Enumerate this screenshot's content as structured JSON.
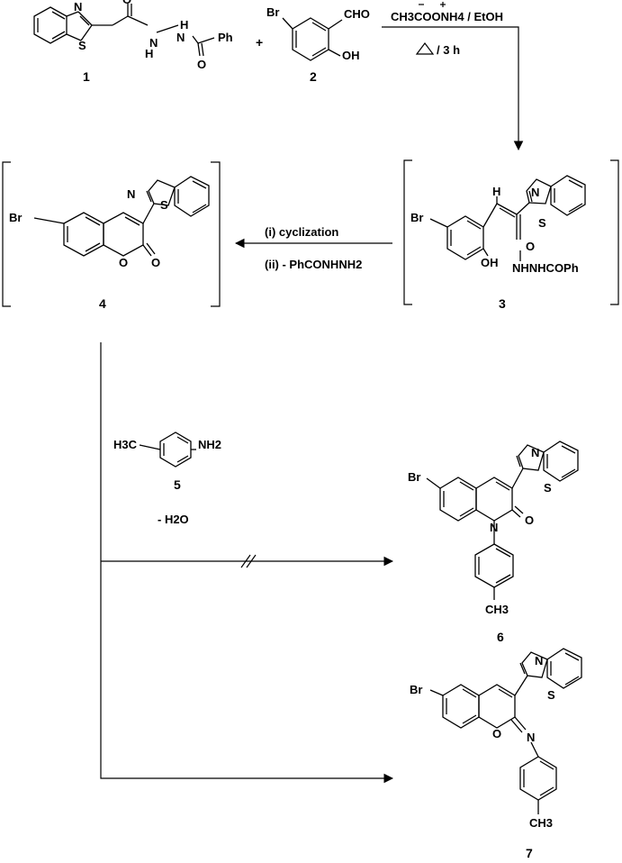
{
  "compounds": {
    "c1": "1",
    "c2": "2",
    "c3": "3",
    "c4": "4",
    "c5": "5",
    "c6": "6",
    "c7": "7"
  },
  "plus": "+",
  "reagents": {
    "step1_a": "CH3COONH4 / EtOH",
    "step1_b": "/ 3 h",
    "step2_a": "(i) cyclization",
    "step2_b": "(ii) - PhCONHNH2",
    "amine_loss": "- H2O"
  },
  "atoms": {
    "Br": "Br",
    "CHO": "CHO",
    "OH": "OH",
    "N": "N",
    "S": "S",
    "O": "O",
    "H": "H",
    "Ph": "Ph",
    "NH2": "NH2",
    "CH3": "CH3",
    "H3C": "H3C",
    "NHNHCOPh": "NHNHCOPh"
  },
  "icons": {
    "heat": "heat-triangle-icon",
    "blocked": "blocked-arrow-icon"
  }
}
